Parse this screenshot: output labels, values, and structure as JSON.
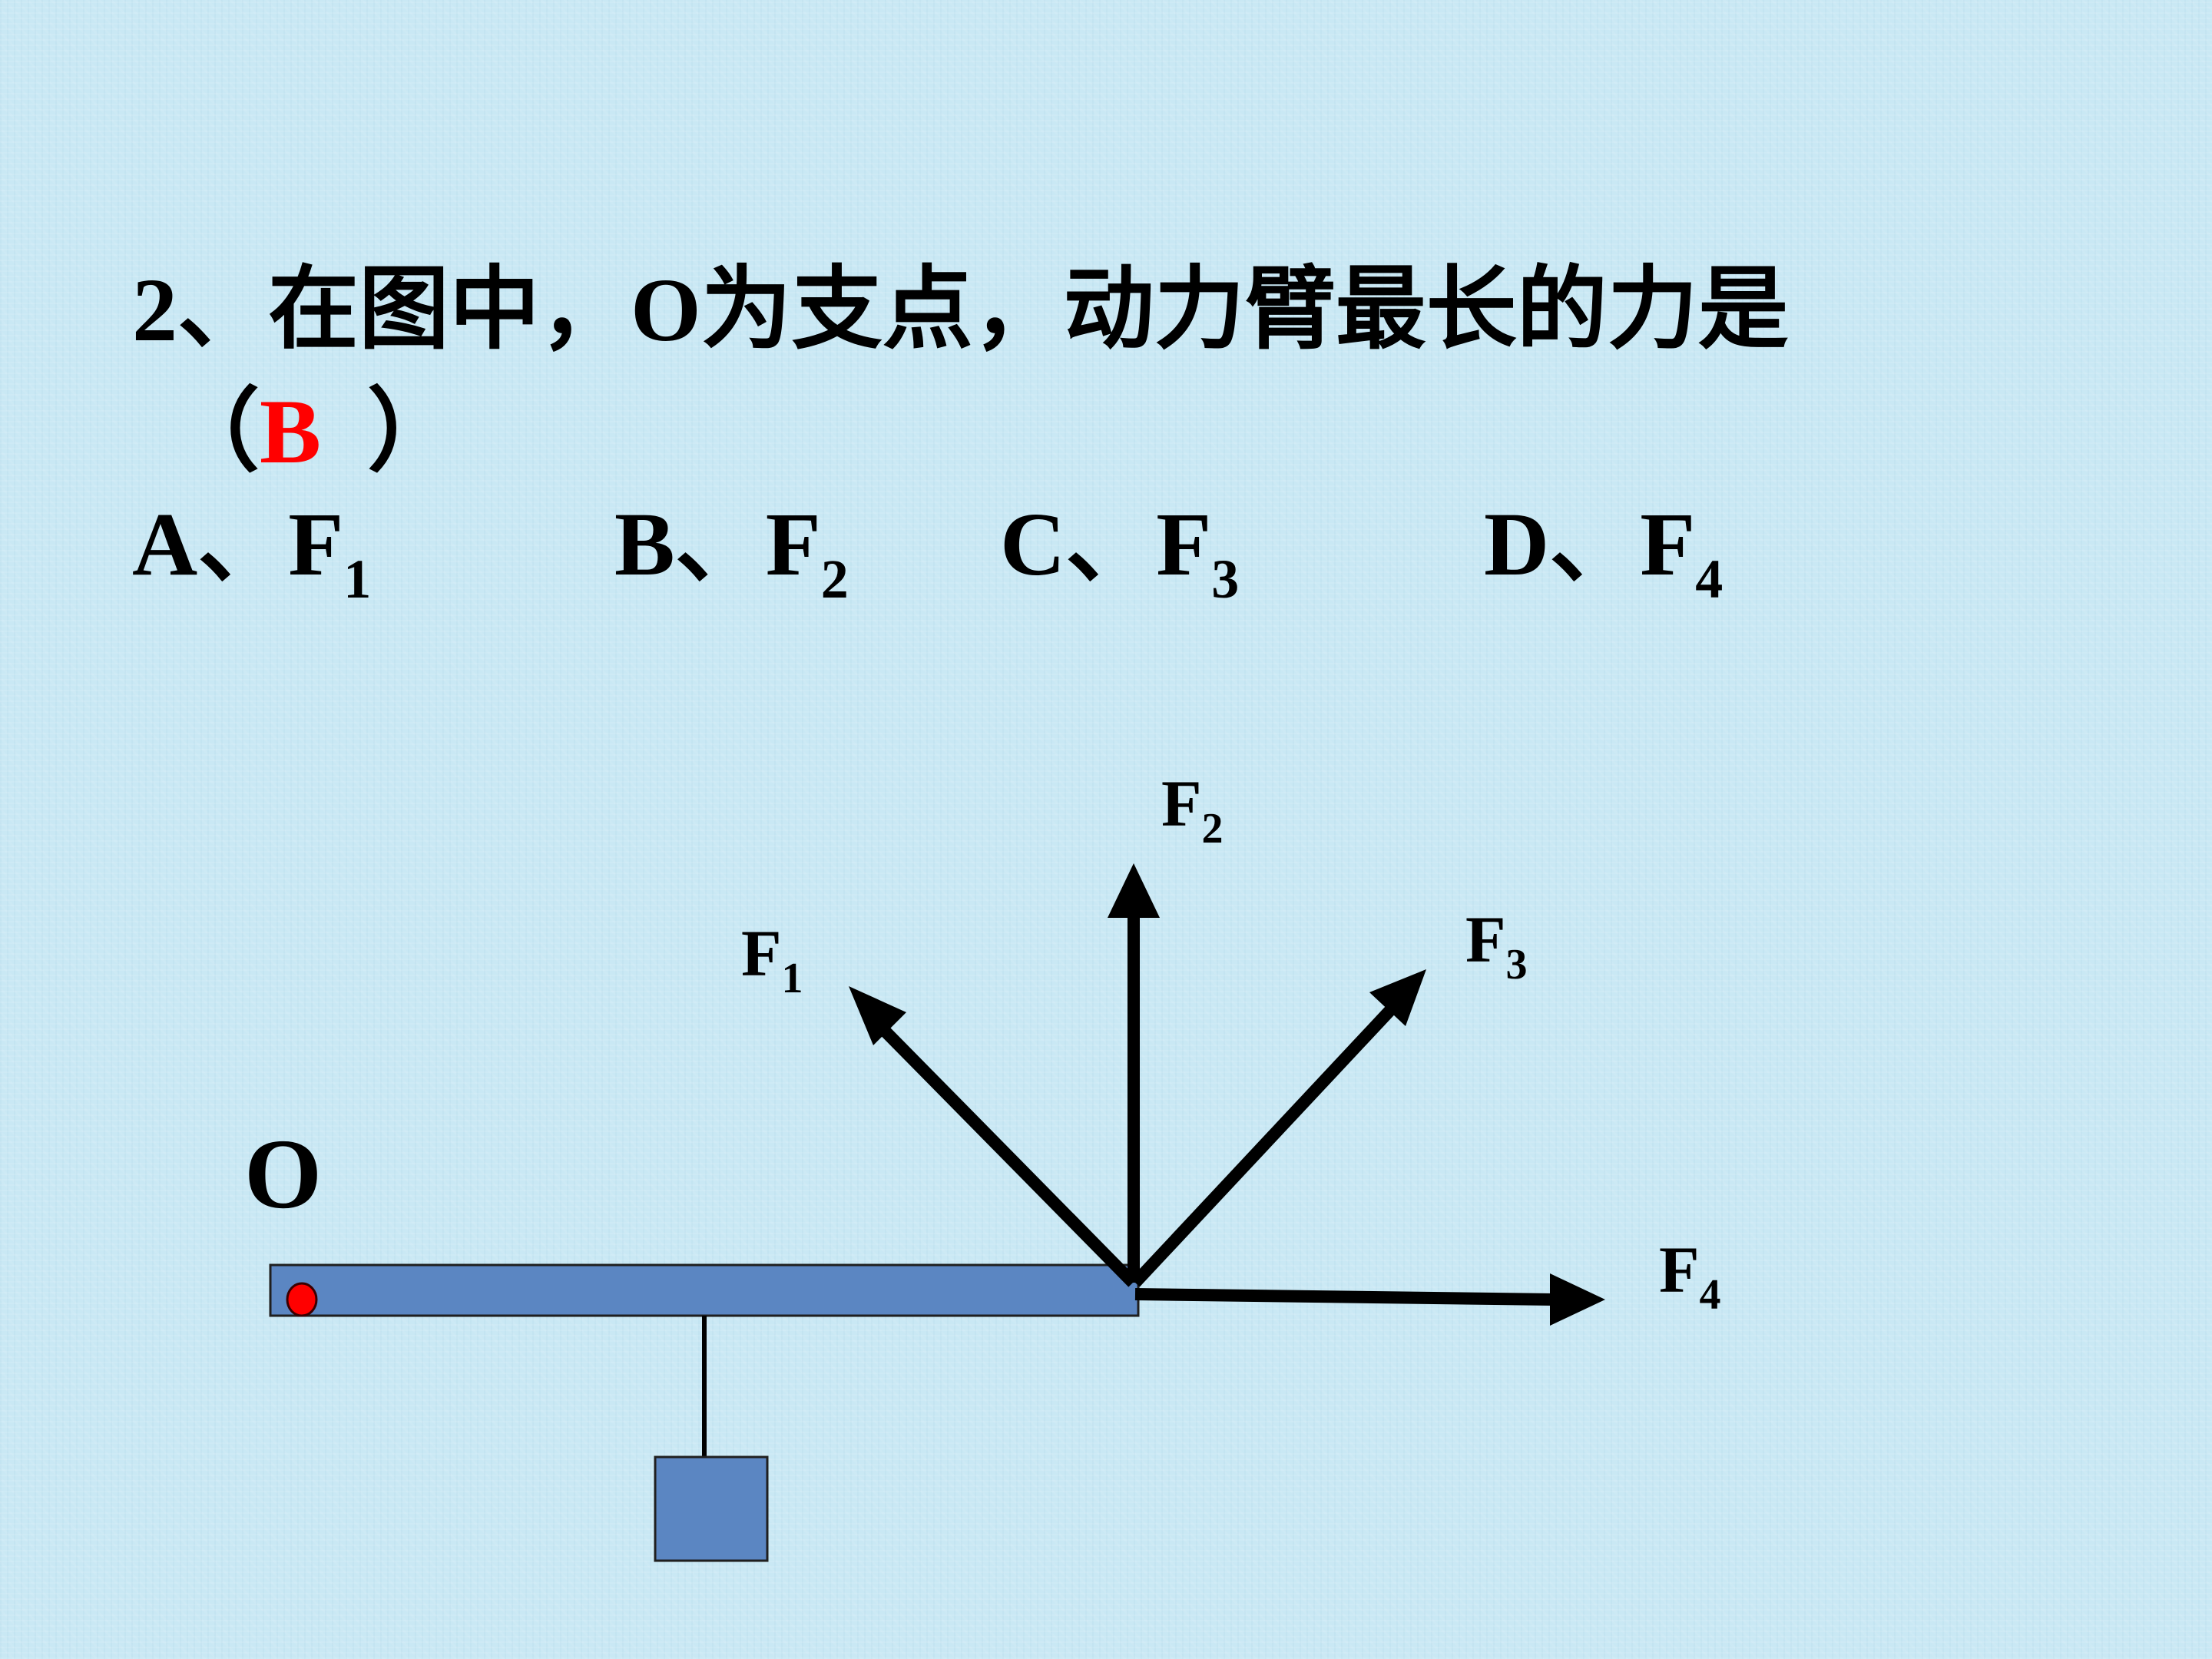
{
  "question": {
    "text": "2、在图中，O为支点，动力臂最长的力是",
    "paren_open": "（",
    "answer": "B",
    "paren_close": "）"
  },
  "options": [
    {
      "prefix": "A、F",
      "sub": "1"
    },
    {
      "prefix": "B、F",
      "sub": "2"
    },
    {
      "prefix": "C、F",
      "sub": "3"
    },
    {
      "prefix": "D、F",
      "sub": "4"
    }
  ],
  "diagram": {
    "pivot_label": "O",
    "forces": [
      {
        "name": "F",
        "sub": "1"
      },
      {
        "name": "F",
        "sub": "2"
      },
      {
        "name": "F",
        "sub": "3"
      },
      {
        "name": "F",
        "sub": "4"
      }
    ],
    "colors": {
      "lever": "#5b86c2",
      "weight": "#5b86c2",
      "pivot_dot": "#ff0000",
      "arrows": "#000000",
      "answer": "#ff0000"
    }
  }
}
